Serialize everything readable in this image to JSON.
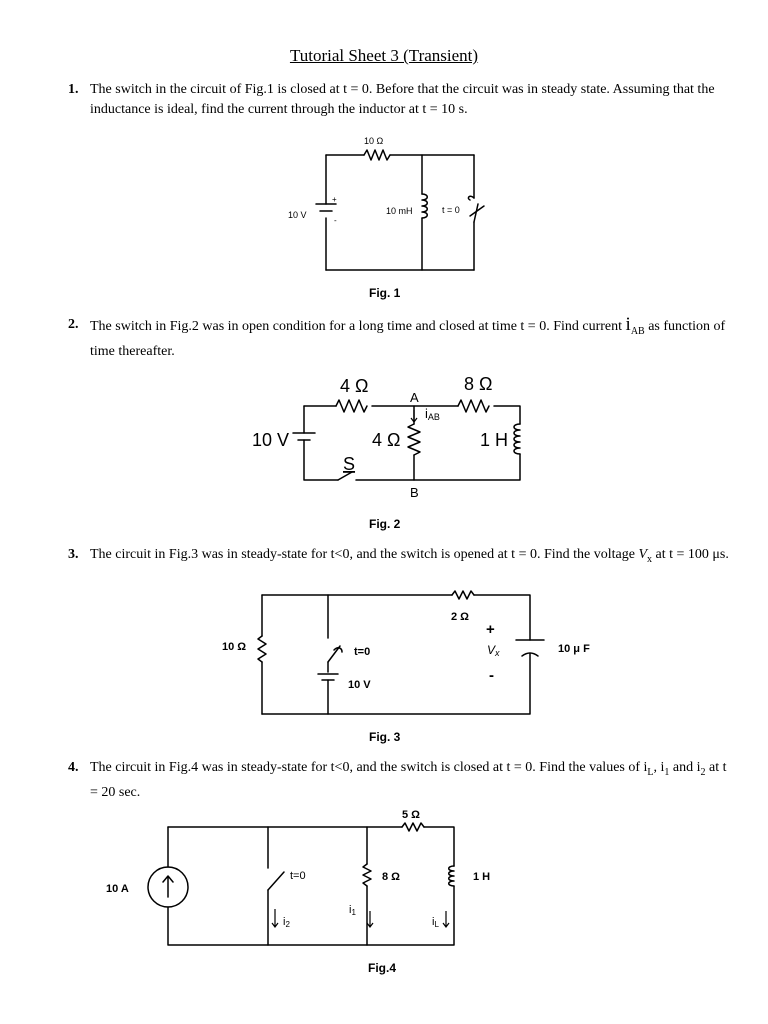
{
  "title": "Tutorial Sheet 3 (Transient)",
  "questions": [
    {
      "number": "1.",
      "text": "The switch in the circuit of Fig.1 is closed at t = 0.  Before that the circuit was in steady state. Assuming that the inductance is ideal, find the current through the inductor at t = 10 s.",
      "figure": {
        "caption": "Fig. 1",
        "resistor": "10 Ω",
        "source": "10 V",
        "plus": "+",
        "minus": "-",
        "inductor": "10 mH",
        "switch": "t = 0"
      }
    },
    {
      "number": "2.",
      "text_before": "The switch in Fig.2 was in open condition for a long time and closed at time t = 0. Find current ",
      "current_symbol": "i",
      "current_sub": "AB",
      "text_after": " as function of time thereafter.",
      "figure": {
        "caption": "Fig. 2",
        "resistor_left": "4 Ω",
        "resistor_right": "8 Ω",
        "resistor_middle": "4 Ω",
        "source": "10 V",
        "inductor": "1 H",
        "switch": "S",
        "node_a": "A",
        "node_b": "B",
        "current_i": "i",
        "current_sub": "AB"
      }
    },
    {
      "number": "3.",
      "text_a": "The circuit in Fig.3 was in steady-state for t<0, and the switch is opened at t = 0. Find the voltage ",
      "vx_symbol": "V",
      "vx_sub": "x",
      "text_b": " at t = 100 μs.",
      "figure": {
        "caption": "Fig. 3",
        "resistor_top": "2 Ω",
        "resistor_left": "10 Ω",
        "switch": "t=0",
        "source": "10 V",
        "plus": "+",
        "minus": "-",
        "vx": "V",
        "vx_sub": "x",
        "capacitor": "10 μ F"
      }
    },
    {
      "number": "4.",
      "text_a": "The circuit in Fig.4 was in steady-state for t<0, and the switch is closed at t = 0. Find the values of i",
      "sub_l": "L",
      "text_b": ", i",
      "sub_1": "1",
      "text_c": " and i",
      "sub_2": "2",
      "text_d": " at t = 20 sec.",
      "figure": {
        "caption": "Fig.4",
        "source": "10 A",
        "switch": "t=0",
        "resistor_middle": "8 Ω",
        "resistor_top": "5 Ω",
        "inductor": "1 H",
        "i2": "i",
        "i2_sub": "2",
        "i1": "i",
        "i1_sub": "1",
        "il": "i",
        "il_sub": "L"
      }
    }
  ]
}
